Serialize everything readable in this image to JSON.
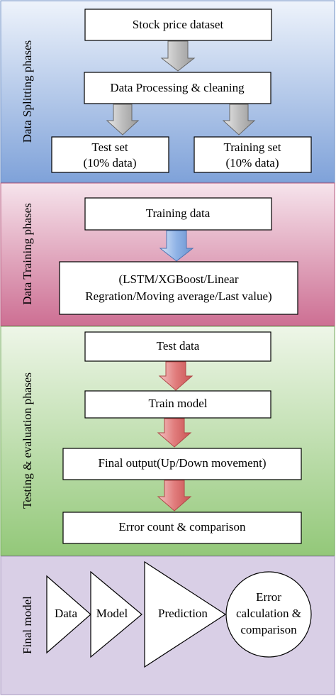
{
  "colors": {
    "splitting_bg_top": "#eef3fb",
    "splitting_bg_bottom": "#7fa2d9",
    "training_bg_top": "#f6e4ec",
    "training_bg_bottom": "#cd6f93",
    "testing_bg_top": "#eef6e8",
    "testing_bg_bottom": "#93c879",
    "final_bg": "#d9cfe6",
    "arrow_gray": "#bdbdbd",
    "arrow_blue": "#8fb3e6",
    "arrow_red": "#e17c7c"
  },
  "phases": {
    "splitting": {
      "label": "Data Splitting phases",
      "dataset": "Stock price dataset",
      "processing": "Data Processing & cleaning",
      "test_set": {
        "line1": "Test set",
        "line2": "(10% data)"
      },
      "training_set": {
        "line1": "Training set",
        "line2": "(10% data)"
      }
    },
    "training": {
      "label": "Data Training phases",
      "training_data": "Training data",
      "models": {
        "line1": "(LSTM/XGBoost/Linear",
        "line2": "Regration/Moving average/Last value)"
      }
    },
    "testing": {
      "label": "Testing & evaluation phases",
      "test_data": "Test data",
      "train_model": "Train model",
      "final_output": "Final output(Up/Down movement)",
      "error_count": "Error count & comparison"
    },
    "final": {
      "label": "Final model",
      "data": "Data",
      "model": "Model",
      "prediction": "Prediction",
      "error": {
        "line1": "Error",
        "line2": "calculation &",
        "line3": "comparison"
      }
    }
  }
}
